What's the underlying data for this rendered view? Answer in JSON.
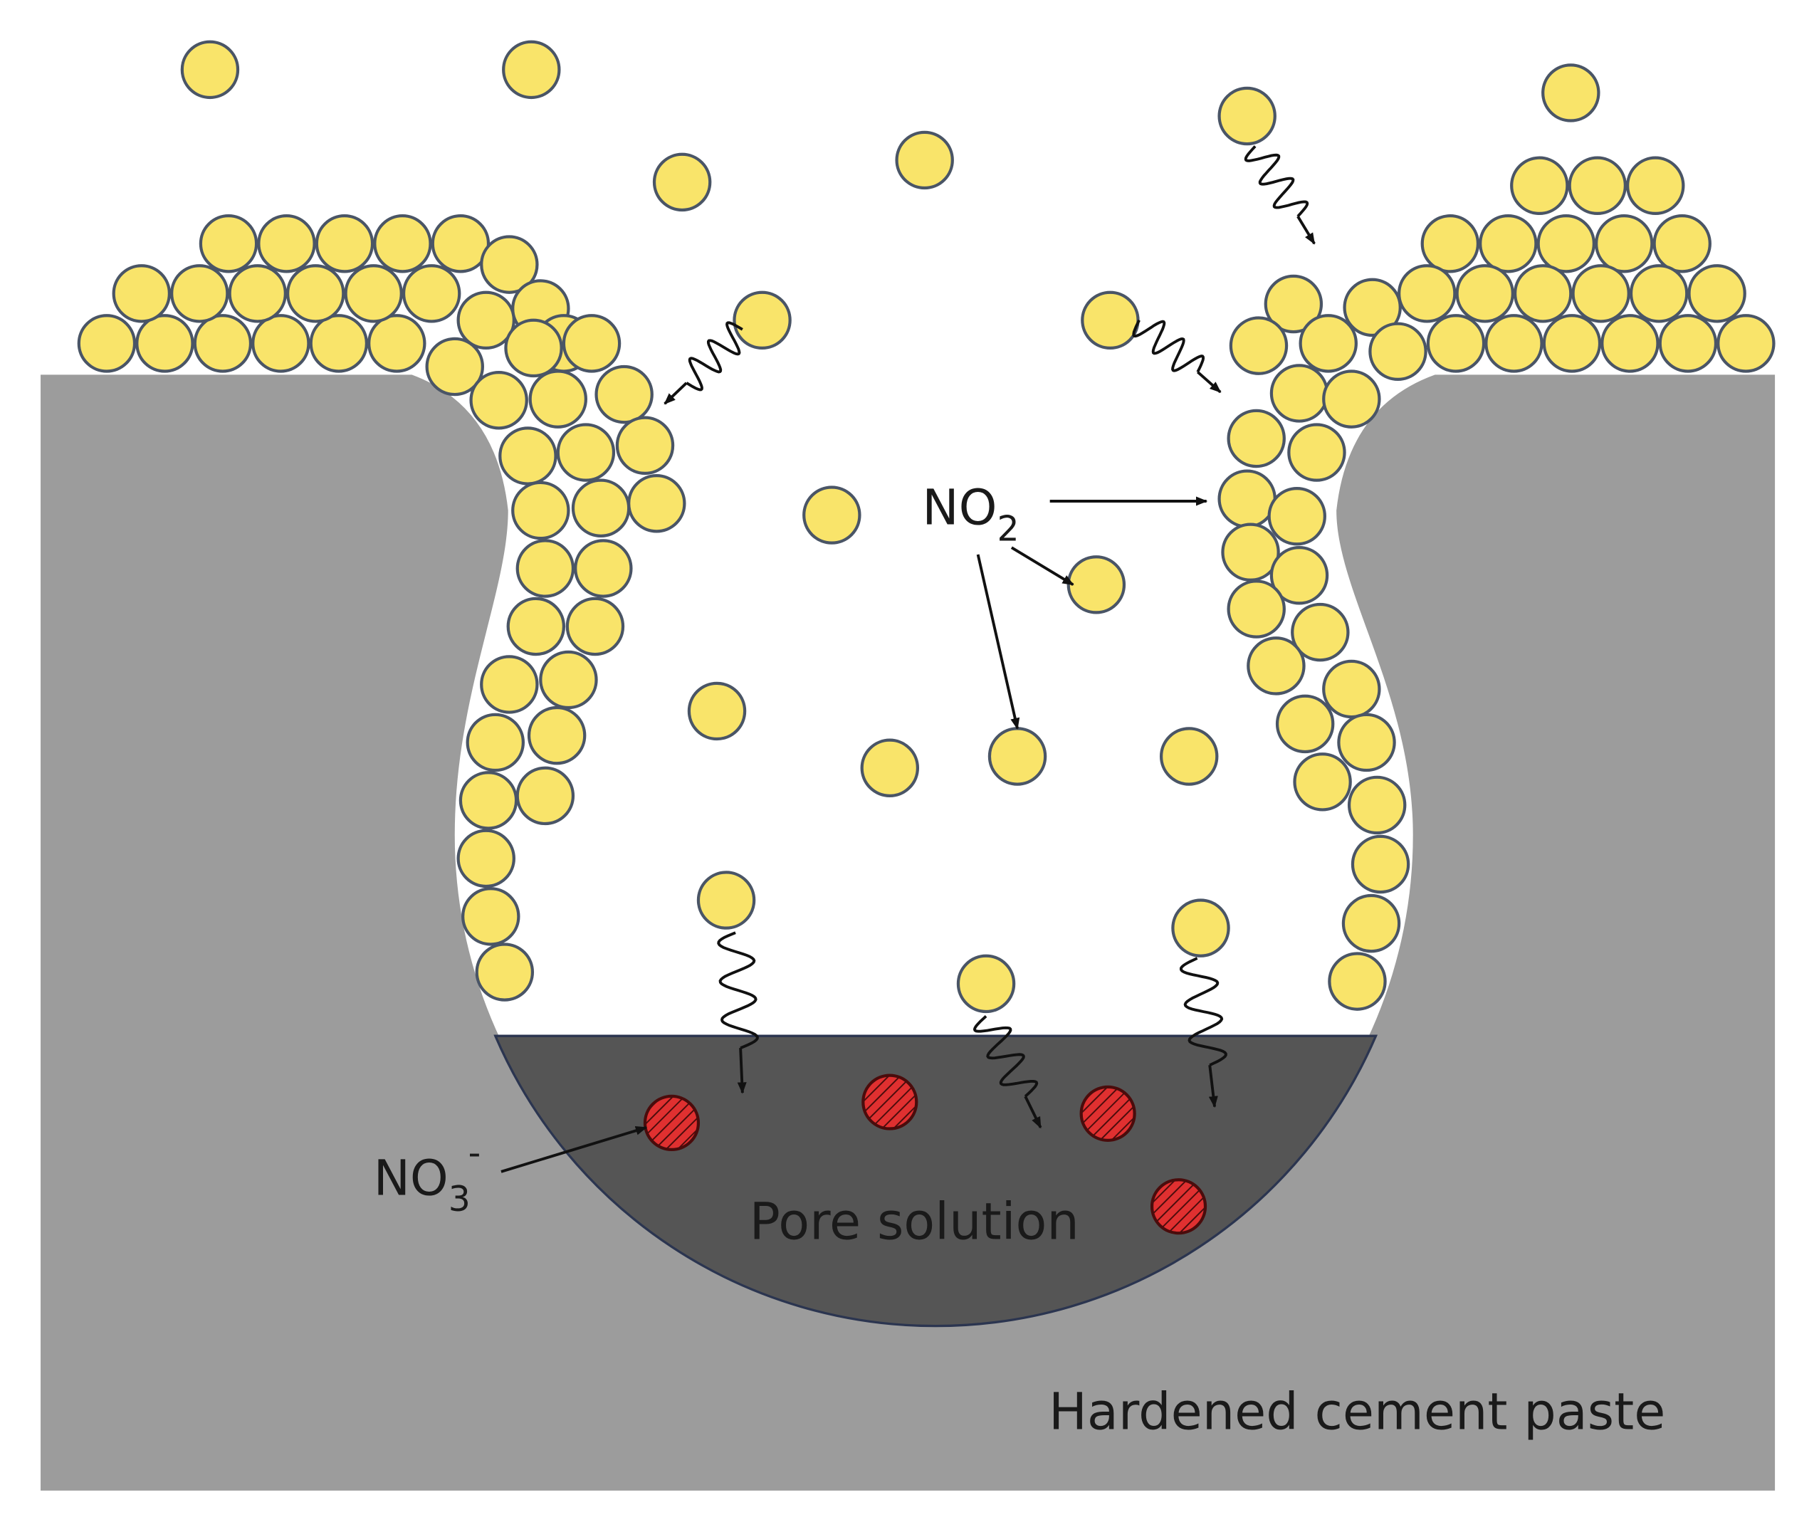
{
  "labels": {
    "no2": "NO",
    "no2_sub": "2",
    "no3": "NO",
    "no3_sub": "3",
    "no3_sup": "-",
    "pore": "Pore solution",
    "paste": "Hardened cement paste"
  },
  "colors": {
    "paste": "#9c9c9c",
    "pore_solution": "#555555",
    "no2_particle": "#f9e46a",
    "no3_ion": "#e03030",
    "outline": "#4a5566"
  },
  "icons": {
    "particle": "yellow-circle",
    "ion": "red-hatched-circle",
    "diffusion": "wavy-arrow"
  }
}
